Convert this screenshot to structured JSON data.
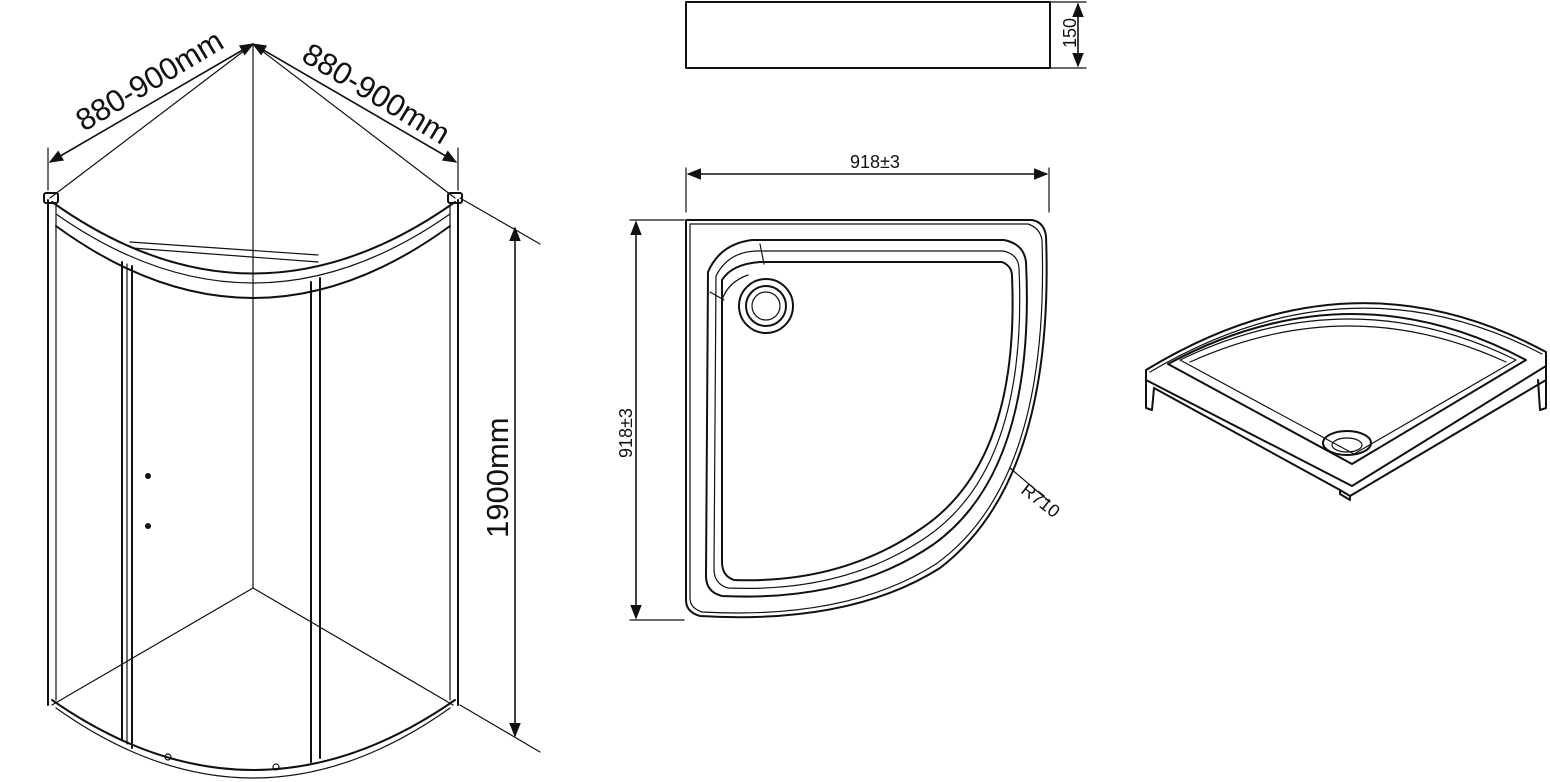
{
  "enclosure": {
    "width_left": "880-900mm",
    "width_right": "880-900mm",
    "height": "1900mm"
  },
  "tray": {
    "side_height": "150",
    "top_width": "918±3",
    "top_depth": "918±3",
    "radius": "R710"
  }
}
